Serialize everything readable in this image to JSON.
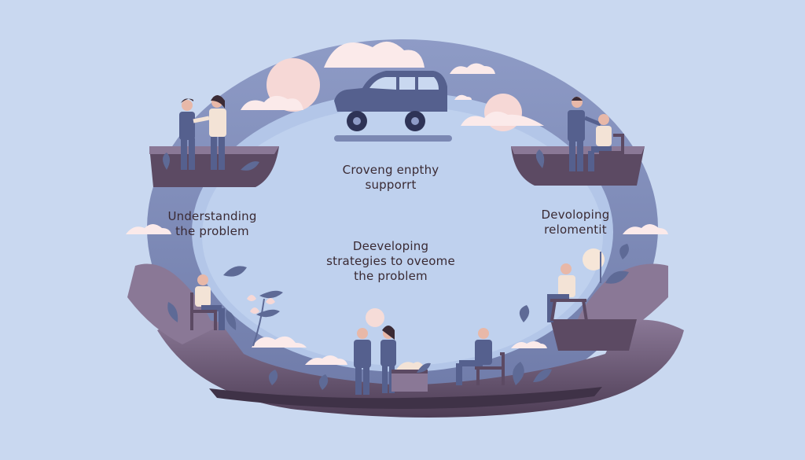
{
  "labels": {
    "top": {
      "line1": "Croveng  enpthy",
      "line2": "supporrt"
    },
    "left": {
      "line1": "Understanding",
      "line2": "the problem"
    },
    "center": {
      "line1": "Deeveloping",
      "line2": "strategies to oveome",
      "line3": "the problem"
    },
    "right": {
      "line1": "Devoloping",
      "line2": "relomentit"
    }
  },
  "colors": {
    "background": "#c9d8f0",
    "ring_outer": "#7b88b3",
    "ring_inner": "#a9bde2",
    "ground_dark": "#5c4a63",
    "ground_mid": "#8a7896",
    "sun": "#f6d8d6",
    "cloud": "#fbeaea",
    "figure_dark": "#55608e",
    "figure_light": "#f3e3d6",
    "skin": "#e8b8a8",
    "hair": "#3b2b35",
    "plant": "#5e6a96",
    "text": "#3a2a33"
  }
}
